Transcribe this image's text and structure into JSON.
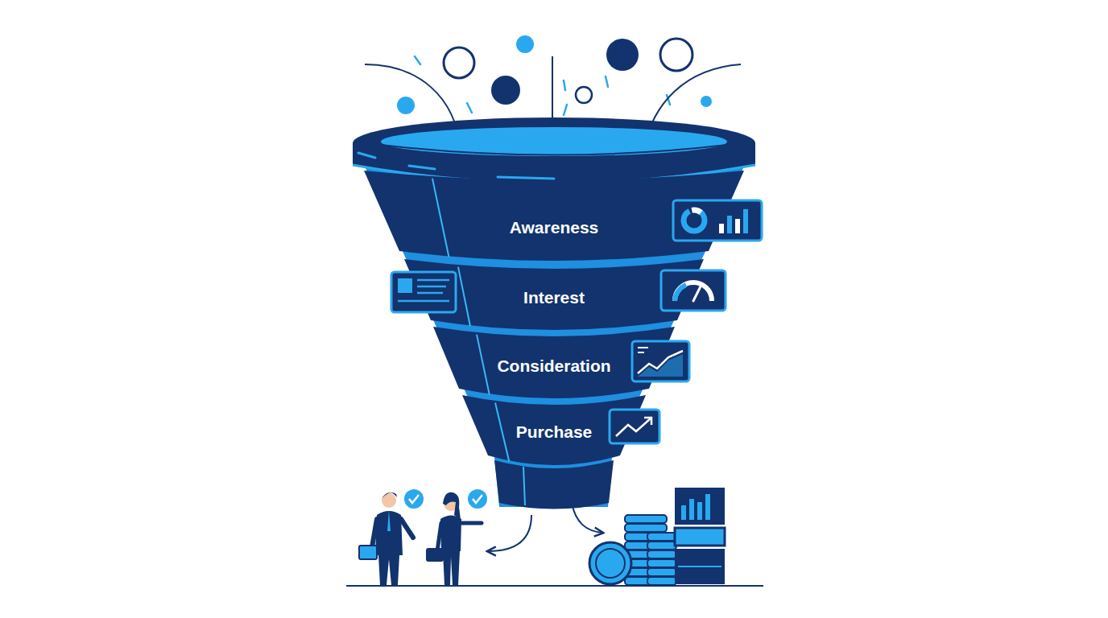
{
  "diagram": {
    "nodes": [
      {
        "text": [
          "Awareness"
        ]
      },
      {
        "text": [
          "Interest"
        ]
      },
      {
        "text": [
          "Consideration"
        ]
      },
      {
        "text": [
          "Purchase"
        ]
      }
    ]
  }
}
